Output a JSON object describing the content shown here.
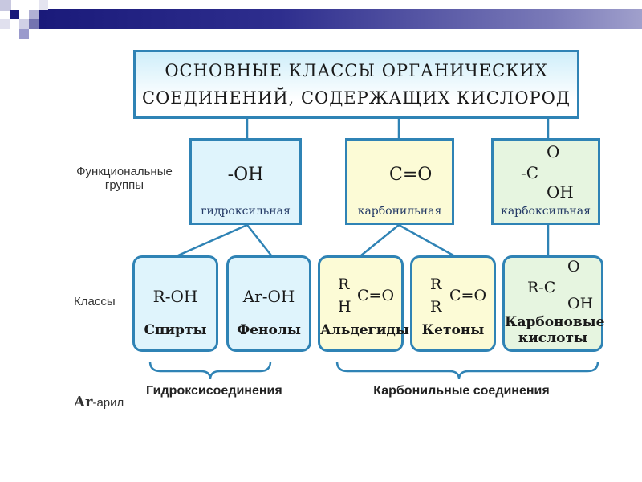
{
  "title": {
    "line1": "ОСНОВНЫЕ КЛАССЫ ОРГАНИЧЕСКИХ",
    "line2": "СОЕДИНЕНИЙ, СОДЕРЖАЩИХ КИСЛОРОД"
  },
  "side_labels": {
    "functional_groups_1": "Функциональные",
    "functional_groups_2": "группы",
    "classes": "Классы",
    "aryl_bold": "Ar",
    "aryl_rest": "-арил"
  },
  "functional_groups": [
    {
      "formula": "-OH",
      "label": "гидроксильная"
    },
    {
      "formula": "C=O",
      "label": "карбонильная"
    },
    {
      "formula_left": "-C",
      "formula_o": "O",
      "formula_oh": "OH",
      "label": "карбоксильная"
    }
  ],
  "classes": [
    {
      "formula": "R-OH",
      "name": "Спирты"
    },
    {
      "formula": "Ar-OH",
      "name": "Фенолы"
    },
    {
      "r1": "R",
      "r2": "H",
      "co": "C=O",
      "name": "Альдегиды"
    },
    {
      "r1": "R",
      "r2": "R",
      "co": "C=O",
      "name": "Кетоны"
    },
    {
      "left": "R-C",
      "o": "O",
      "oh": "OH",
      "name1": "Карбоновые",
      "name2": "кислоты"
    }
  ],
  "groups": {
    "hydroxy": "Гидроксисоединения",
    "carbonyl": "Карбонильные соединения"
  }
}
